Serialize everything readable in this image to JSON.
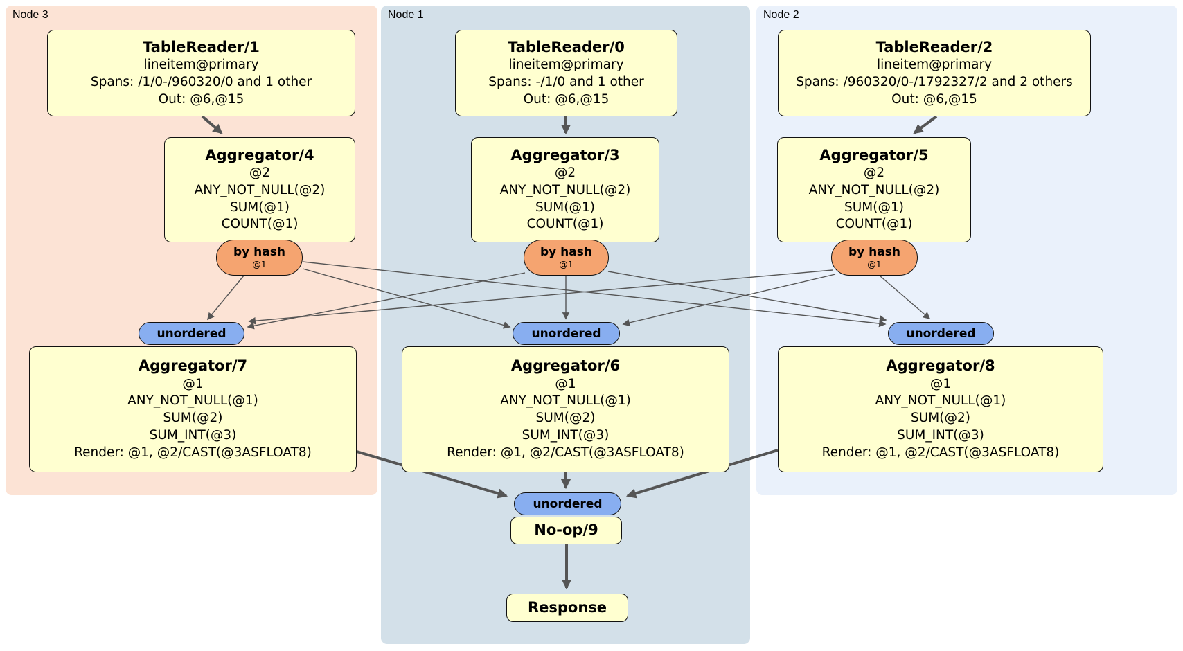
{
  "panels": {
    "node3": {
      "label": "Node 3"
    },
    "node1": {
      "label": "Node 1"
    },
    "node2": {
      "label": "Node 2"
    }
  },
  "processors": {
    "tr1": {
      "title": "TableReader/1",
      "lines": [
        "lineitem@primary",
        "Spans: /1/0-/960320/0 and 1 other",
        "Out: @6,@15"
      ]
    },
    "tr0": {
      "title": "TableReader/0",
      "lines": [
        "lineitem@primary",
        "Spans: -/1/0 and 1 other",
        "Out: @6,@15"
      ]
    },
    "tr2": {
      "title": "TableReader/2",
      "lines": [
        "lineitem@primary",
        "Spans: /960320/0-/1792327/2 and 2 others",
        "Out: @6,@15"
      ]
    },
    "agg4": {
      "title": "Aggregator/4",
      "lines": [
        "@2",
        "ANY_NOT_NULL(@2)",
        "SUM(@1)",
        "COUNT(@1)"
      ]
    },
    "agg3": {
      "title": "Aggregator/3",
      "lines": [
        "@2",
        "ANY_NOT_NULL(@2)",
        "SUM(@1)",
        "COUNT(@1)"
      ]
    },
    "agg5": {
      "title": "Aggregator/5",
      "lines": [
        "@2",
        "ANY_NOT_NULL(@2)",
        "SUM(@1)",
        "COUNT(@1)"
      ]
    },
    "agg7": {
      "title": "Aggregator/7",
      "lines": [
        "@1",
        "ANY_NOT_NULL(@1)",
        "SUM(@2)",
        "SUM_INT(@3)",
        "Render: @1, @2/CAST(@3ASFLOAT8)"
      ]
    },
    "agg6": {
      "title": "Aggregator/6",
      "lines": [
        "@1",
        "ANY_NOT_NULL(@1)",
        "SUM(@2)",
        "SUM_INT(@3)",
        "Render: @1, @2/CAST(@3ASFLOAT8)"
      ]
    },
    "agg8": {
      "title": "Aggregator/8",
      "lines": [
        "@1",
        "ANY_NOT_NULL(@1)",
        "SUM(@2)",
        "SUM_INT(@3)",
        "Render: @1, @2/CAST(@3ASFLOAT8)"
      ]
    },
    "noop": {
      "title": "No-op/9"
    },
    "response": {
      "title": "Response"
    }
  },
  "routers": {
    "hash3": {
      "label": "by hash",
      "sub": "@1"
    },
    "hash1": {
      "label": "by hash",
      "sub": "@1"
    },
    "hash2": {
      "label": "by hash",
      "sub": "@1"
    }
  },
  "syncs": {
    "un3": {
      "label": "unordered"
    },
    "un1": {
      "label": "unordered"
    },
    "un2": {
      "label": "unordered"
    },
    "unb": {
      "label": "unordered"
    }
  },
  "colors": {
    "panel_node3_bg": "#fce3d5",
    "panel_node1_bg": "#d3e0e9",
    "panel_node2_bg": "#eaf1fb",
    "processor_bg": "#ffffd0",
    "router_bg": "#f5a470",
    "sync_bg": "#88aef0",
    "edge": "#555555",
    "border": "#111111"
  }
}
